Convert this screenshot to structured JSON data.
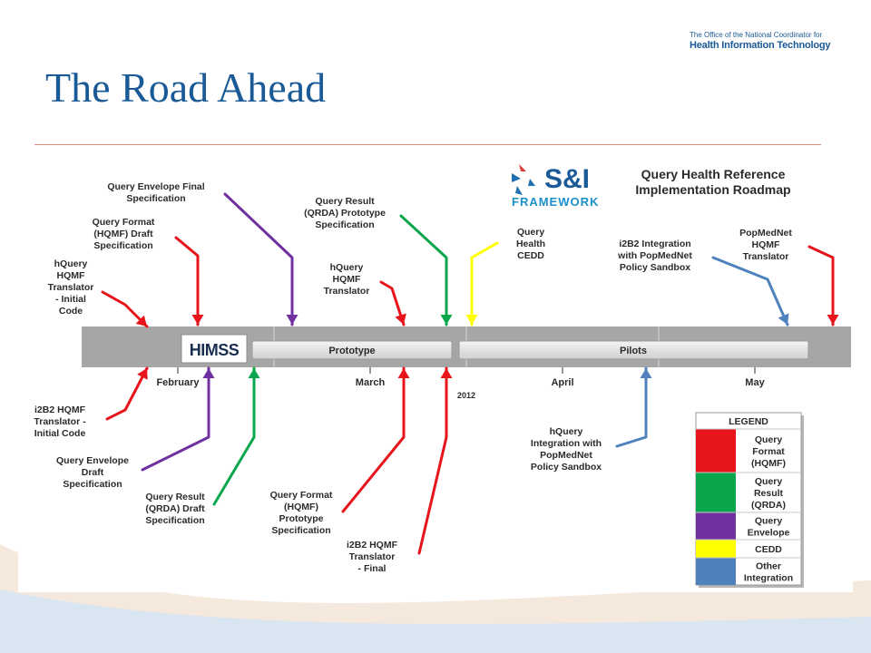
{
  "slide": {
    "title": "The Road Ahead",
    "onc_line1": "The Office of the National Coordinator for",
    "onc_line2": "Health Information Technology"
  },
  "logo": {
    "si": "S&I",
    "framework": "FRAMEWORK",
    "himss": "HIMSS"
  },
  "roadmap": {
    "title_line1": "Query Health Reference",
    "title_line2": "Implementation Roadmap"
  },
  "bars": {
    "prototype": "Prototype",
    "pilots": "Pilots"
  },
  "months": [
    "February",
    "March",
    "April",
    "May"
  ],
  "year": "2012",
  "colors": {
    "hqmf": "#e8141b",
    "qrda": "#0aa64c",
    "envelope": "#7030a0",
    "cedd": "#ffff00",
    "other": "#4f81bd"
  },
  "milestones_top": [
    {
      "id": "hquery-initial",
      "lines": [
        "hQuery",
        "HQMF",
        "Translator",
        "- Initial",
        "Code"
      ],
      "color": "hqmf"
    },
    {
      "id": "query-format-draft",
      "lines": [
        "Query Format",
        "(HQMF) Draft",
        "Specification"
      ],
      "color": "hqmf"
    },
    {
      "id": "query-envelope-final",
      "lines": [
        "Query Envelope Final",
        "Specification"
      ],
      "color": "envelope"
    },
    {
      "id": "hquery-translator",
      "lines": [
        "hQuery",
        "HQMF",
        "Translator"
      ],
      "color": "hqmf"
    },
    {
      "id": "query-result-prototype",
      "lines": [
        "Query Result",
        "(QRDA) Prototype",
        "Specification"
      ],
      "color": "qrda"
    },
    {
      "id": "query-health-cedd",
      "lines": [
        "Query",
        "Health",
        "CEDD"
      ],
      "color": "cedd"
    },
    {
      "id": "i2b2-popmednet",
      "lines": [
        "i2B2 Integration",
        "with PopMedNet",
        "Policy Sandbox"
      ],
      "color": "other"
    },
    {
      "id": "popmednet-hqmf",
      "lines": [
        "PopMedNet",
        "HQMF",
        "Translator"
      ],
      "color": "hqmf"
    }
  ],
  "milestones_bottom": [
    {
      "id": "i2b2-initial",
      "lines": [
        "i2B2 HQMF",
        "Translator -",
        "Initial Code"
      ],
      "color": "hqmf"
    },
    {
      "id": "query-envelope-draft",
      "lines": [
        "Query Envelope",
        "Draft",
        "Specification"
      ],
      "color": "envelope"
    },
    {
      "id": "query-result-draft",
      "lines": [
        "Query Result",
        "(QRDA) Draft",
        "Specification"
      ],
      "color": "qrda"
    },
    {
      "id": "query-format-prototype",
      "lines": [
        "Query Format",
        "(HQMF)",
        "Prototype",
        "Specification"
      ],
      "color": "hqmf"
    },
    {
      "id": "i2b2-final",
      "lines": [
        "i2B2 HQMF",
        "Translator",
        "- Final"
      ],
      "color": "hqmf"
    },
    {
      "id": "hquery-popmednet",
      "lines": [
        "hQuery",
        "Integration with",
        "PopMedNet",
        "Policy Sandbox"
      ],
      "color": "other"
    }
  ],
  "legend": {
    "title": "LEGEND",
    "items": [
      {
        "lines": [
          "Query",
          "Format",
          "(HQMF)"
        ],
        "color": "hqmf"
      },
      {
        "lines": [
          "Query",
          "Result",
          "(QRDA)"
        ],
        "color": "qrda"
      },
      {
        "lines": [
          "Query",
          "Envelope"
        ],
        "color": "envelope"
      },
      {
        "lines": [
          "CEDD"
        ],
        "color": "cedd"
      },
      {
        "lines": [
          "Other",
          "Integration"
        ],
        "color": "other"
      }
    ]
  }
}
